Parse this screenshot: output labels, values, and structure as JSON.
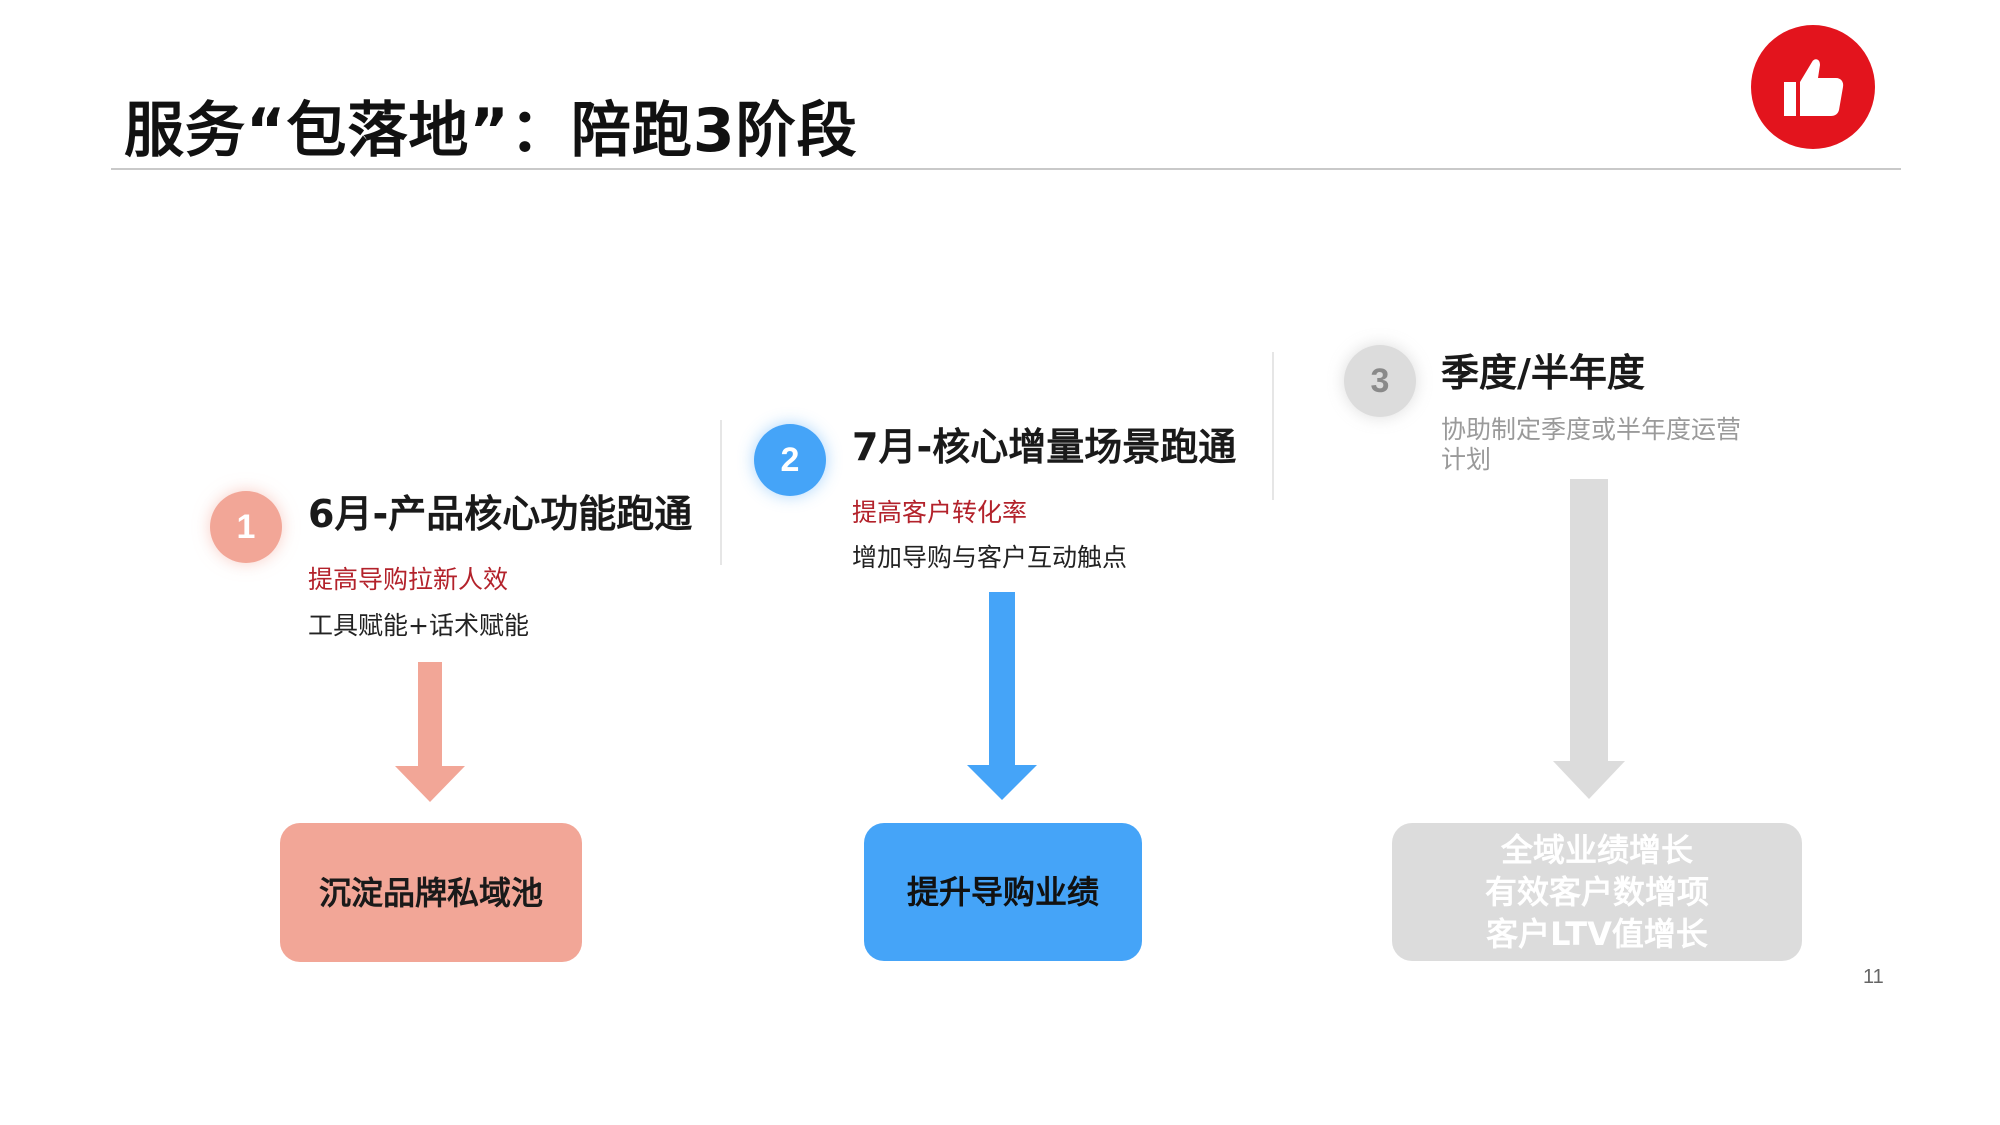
{
  "slide": {
    "title": "服务“包落地”：陪跑3阶段",
    "page_number": "11",
    "thumb_icon": "thumbs-up-icon"
  },
  "stages": [
    {
      "number": "1",
      "title": "6月-产品核心功能跑通",
      "goal": "提高导购拉新人效",
      "detail": "工具赋能+话术赋能",
      "result": "沉淀品牌私域池",
      "color": "#f2a697"
    },
    {
      "number": "2",
      "title": "7月-核心增量场景跑通",
      "goal": "提高客户转化率",
      "detail": "增加导购与客户互动触点",
      "result": "提升导购业绩",
      "color": "#45a4f8"
    },
    {
      "number": "3",
      "title": "季度/半年度",
      "detail": "协助制定季度或半年度运营计划",
      "result_lines": [
        "全域业绩增长",
        "有效客户数增项",
        "客户LTV值增长"
      ],
      "color": "#dcdcdc"
    }
  ],
  "colors": {
    "accent_red": "#e3141d",
    "goal_text": "#b3222b"
  }
}
